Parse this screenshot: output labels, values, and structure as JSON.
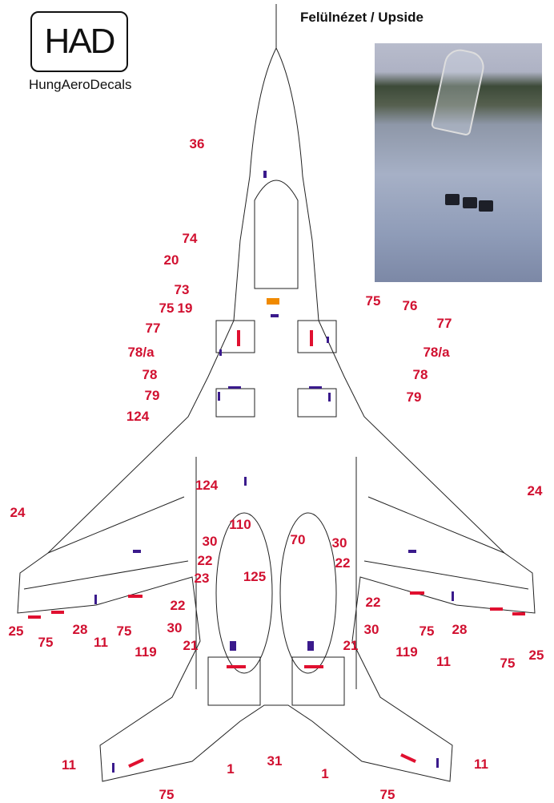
{
  "brand": {
    "logo_text": "HAD",
    "name": "HungAeroDecals"
  },
  "title": "Felülnézet / Upside",
  "colors": {
    "label": "#d11030",
    "stencil_purple": "#3a1a8c",
    "stencil_red": "#e01030",
    "orange": "#f08a00"
  },
  "labels": [
    "36",
    "74",
    "20",
    "73",
    "75",
    "19",
    "77",
    "78/a",
    "78",
    "79",
    "124",
    "75",
    "76",
    "77",
    "78/a",
    "78",
    "79",
    "124",
    "24",
    "24",
    "110",
    "30",
    "22",
    "23",
    "125",
    "70",
    "30",
    "22",
    "22",
    "30",
    "22",
    "30",
    "21",
    "21",
    "25",
    "75",
    "28",
    "11",
    "75",
    "119",
    "119",
    "75",
    "28",
    "11",
    "75",
    "25",
    "1",
    "31",
    "1",
    "11",
    "75",
    "75",
    "11"
  ]
}
